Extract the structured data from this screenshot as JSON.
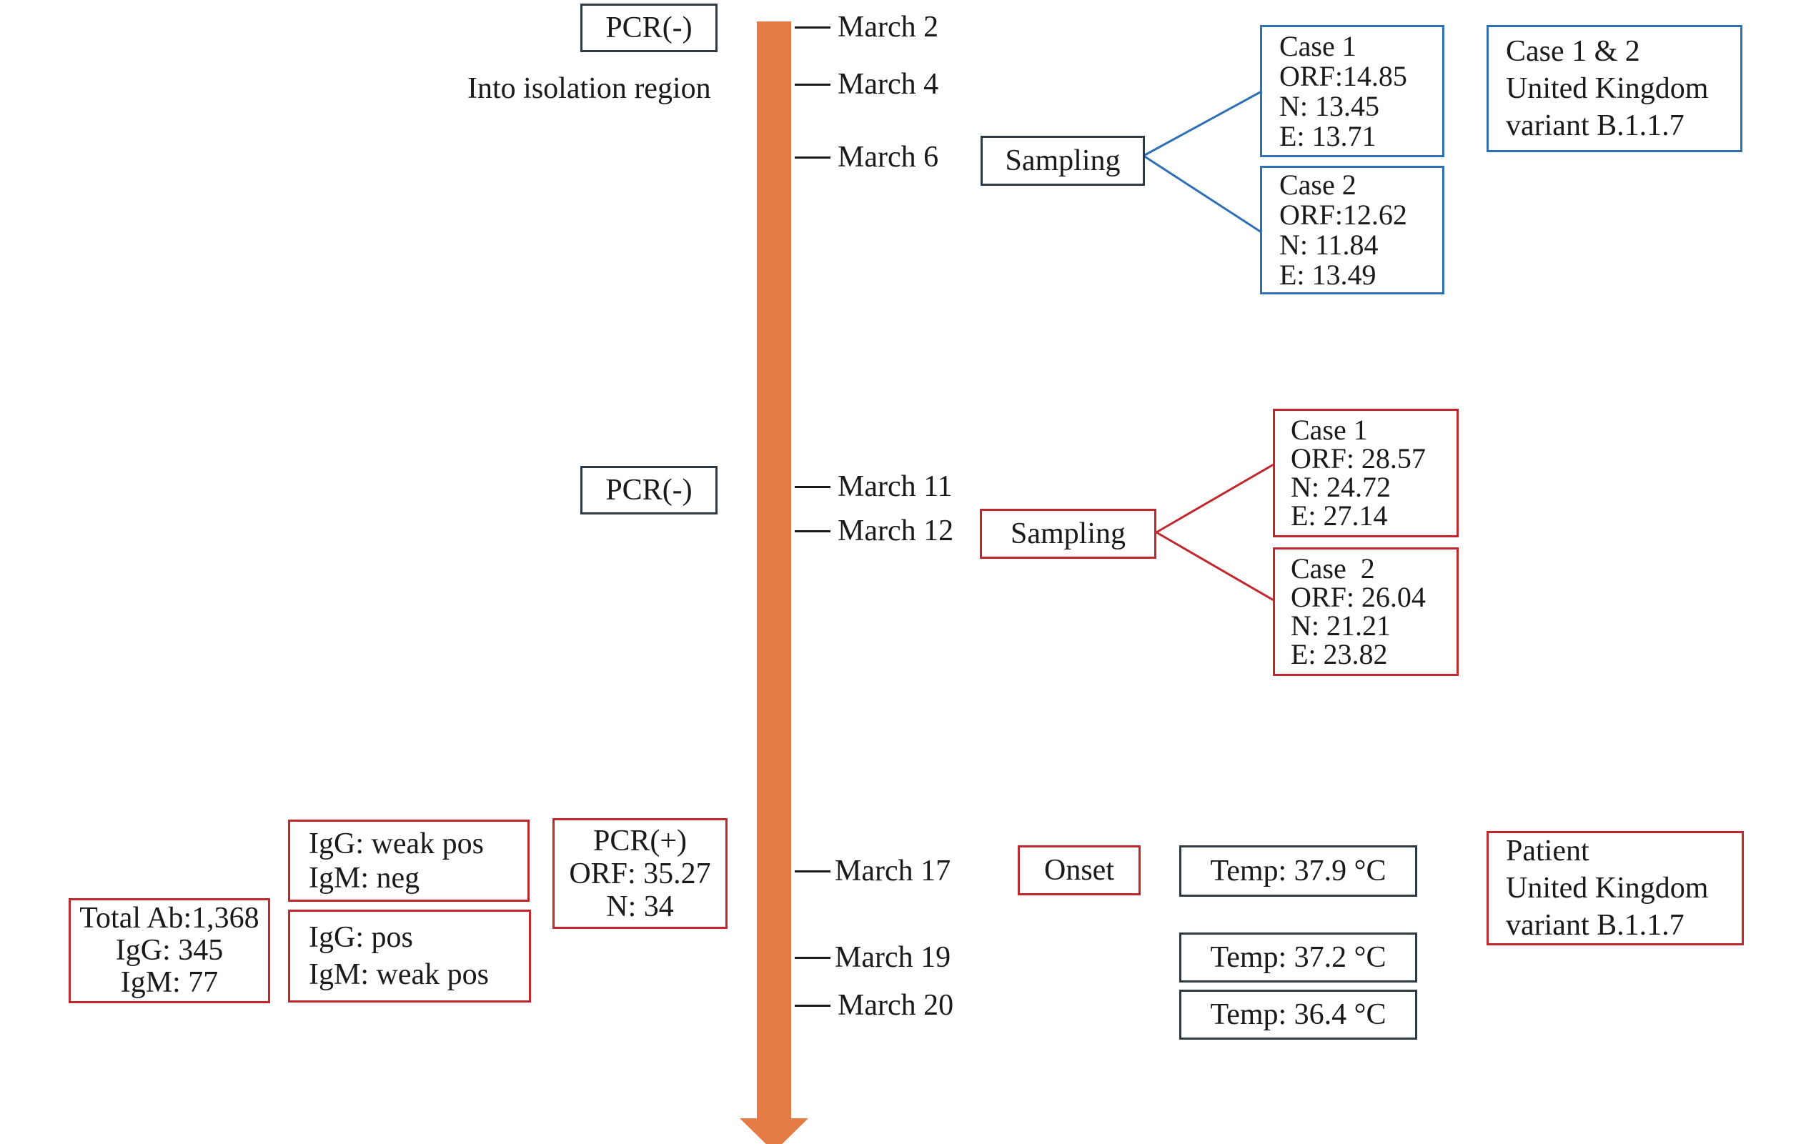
{
  "timeline": {
    "dates": [
      "March 2",
      "March 4",
      "March 6",
      "March 11",
      "March 12",
      "March 17",
      "March 19",
      "March 20"
    ],
    "arrow_color": "#e57c45"
  },
  "left": {
    "pcr_neg_1": "PCR(-)",
    "isolation": "Into isolation region",
    "pcr_neg_2": "PCR(-)",
    "pcr_pos": [
      "PCR(+)",
      "ORF: 35.27",
      "N: 34"
    ],
    "igg_weak": [
      "IgG: weak pos",
      "IgM: neg"
    ],
    "igg_pos": [
      "IgG: pos",
      "IgM: weak pos"
    ],
    "total_ab": [
      "Total Ab:1,368",
      "IgG: 345",
      "IgM: 77"
    ]
  },
  "sampling1": {
    "label": "Sampling",
    "case1": [
      "Case 1",
      "ORF:14.85",
      "N: 13.45",
      "E: 13.71"
    ],
    "case2": [
      "Case 2",
      "ORF:12.62",
      "N: 11.84",
      "E: 13.49"
    ],
    "variant": [
      "Case 1 & 2",
      "United Kingdom",
      "variant B.1.1.7"
    ]
  },
  "sampling2": {
    "label": "Sampling",
    "case1": [
      "Case 1",
      "ORF: 28.57",
      "N: 24.72",
      "E: 27.14"
    ],
    "case2": [
      "Case  2",
      "ORF: 26.04",
      "N: 21.21",
      "E: 23.82"
    ]
  },
  "onset": {
    "label": "Onset",
    "temps": [
      "Temp: 37.9 °C",
      "Temp: 37.2 °C",
      "Temp: 36.4 °C"
    ],
    "patient": [
      "Patient",
      "United Kingdom",
      "variant B.1.1.7"
    ]
  },
  "colors": {
    "red": "#c0282d",
    "blue": "#2f6fb6",
    "dark": "#2e3b45",
    "arrow": "#e57c45"
  }
}
